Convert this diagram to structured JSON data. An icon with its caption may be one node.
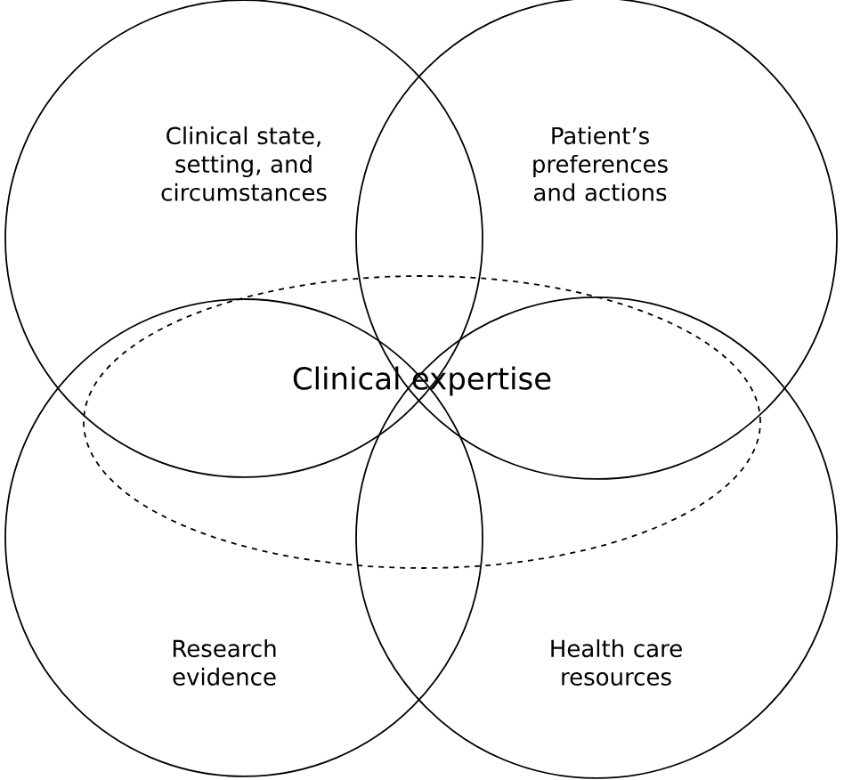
{
  "diagram": {
    "nodes": [
      {
        "text": [
          "Clinical state, setting, and circumstances"
        ]
      },
      {
        "text": [
          "Patient’s preferences and actions"
        ]
      },
      {
        "text": [
          "Clinical expertise"
        ]
      },
      {
        "text": [
          "Research evidence"
        ]
      },
      {
        "text": [
          "Health care resources"
        ]
      }
    ]
  }
}
